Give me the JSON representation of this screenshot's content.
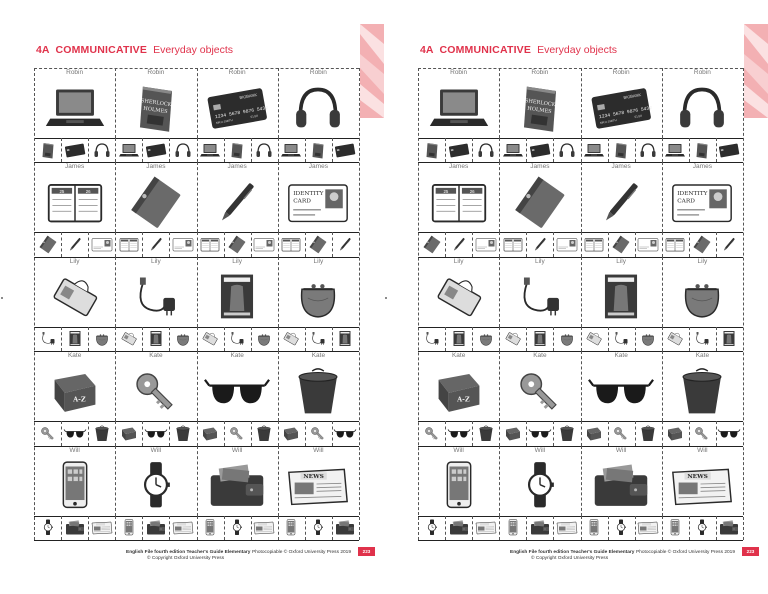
{
  "page": {
    "code": "4A",
    "section": "COMMUNICATIVE",
    "topic": "Everyday objects",
    "footer_book": "English File fourth edition Teacher's Guide Elementary",
    "footer_photocopiable": "Photocopiable © Oxford University Press 2019",
    "footer_copyright": "© Copyright Oxford University Press",
    "page_number": "223"
  },
  "rows": [
    {
      "name": "Robin",
      "items": [
        "laptop-icon",
        "book-icon",
        "credit-card-icon",
        "headphones-icon"
      ]
    },
    {
      "name": "James",
      "items": [
        "diary-icon",
        "folder-icon",
        "pen-icon",
        "id-card-icon"
      ]
    },
    {
      "name": "Lily",
      "items": [
        "tissues-icon",
        "charger-icon",
        "magazine-icon",
        "purse-icon"
      ]
    },
    {
      "name": "Kate",
      "items": [
        "dictionary-icon",
        "key-icon",
        "sunglasses-icon",
        "bin-icon"
      ]
    },
    {
      "name": "Will",
      "items": [
        "phone-icon",
        "watch-icon",
        "wallet-icon",
        "newspaper-icon"
      ]
    }
  ],
  "strips": [
    [
      "book-icon",
      "credit-card-icon",
      "headphones-icon",
      "laptop-icon",
      "credit-card-icon",
      "headphones-icon",
      "laptop-icon",
      "book-icon",
      "headphones-icon",
      "laptop-icon",
      "book-icon",
      "credit-card-icon"
    ],
    [
      "folder-icon",
      "pen-icon",
      "id-card-icon",
      "diary-icon",
      "pen-icon",
      "id-card-icon",
      "diary-icon",
      "folder-icon",
      "id-card-icon",
      "diary-icon",
      "folder-icon",
      "pen-icon"
    ],
    [
      "charger-icon",
      "magazine-icon",
      "purse-icon",
      "tissues-icon",
      "magazine-icon",
      "purse-icon",
      "tissues-icon",
      "charger-icon",
      "purse-icon",
      "tissues-icon",
      "charger-icon",
      "magazine-icon"
    ],
    [
      "key-icon",
      "sunglasses-icon",
      "bin-icon",
      "dictionary-icon",
      "sunglasses-icon",
      "bin-icon",
      "dictionary-icon",
      "key-icon",
      "bin-icon",
      "dictionary-icon",
      "key-icon",
      "sunglasses-icon"
    ],
    [
      "watch-icon",
      "wallet-icon",
      "newspaper-icon",
      "phone-icon",
      "wallet-icon",
      "newspaper-icon",
      "phone-icon",
      "watch-icon",
      "newspaper-icon",
      "phone-icon",
      "watch-icon",
      "wallet-icon"
    ]
  ],
  "icon_text": {
    "book_title": "SHERLOCK HOLMES",
    "card_bank": "BIGBANK",
    "card_number": "1234 5678 9876 5432",
    "card_holder": "MR A SMITH",
    "card_expiry": "01/18",
    "diary_left": "25",
    "diary_right": "26",
    "id_title": "IDENTITY CARD",
    "dictionary_title": "A-Z",
    "newspaper_title": "NEWS"
  },
  "colors": {
    "accent": "#e0324b",
    "ink": "#2a2a2a",
    "label": "#777777"
  }
}
